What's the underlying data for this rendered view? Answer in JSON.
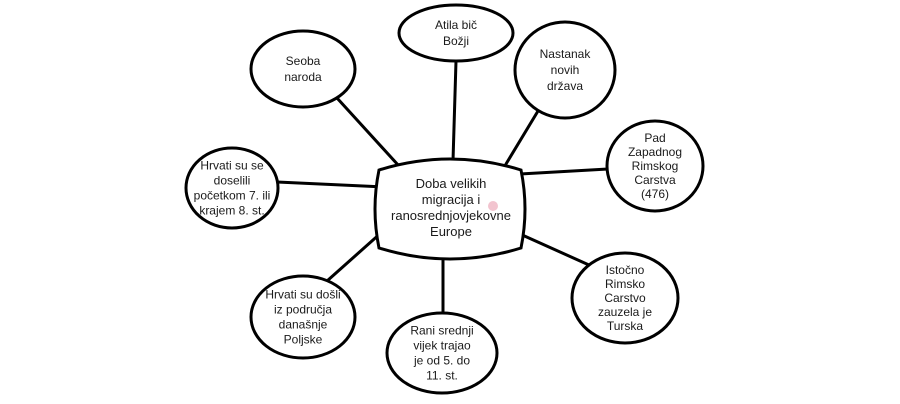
{
  "diagram": {
    "center": {
      "lines": [
        "Doba velikih",
        "migracija i",
        "ranosrednjovjekovne",
        "Europe"
      ]
    },
    "nodes": [
      {
        "id": "seoba",
        "lines": [
          "Seoba",
          "naroda"
        ]
      },
      {
        "id": "atila",
        "lines": [
          "Atila bič",
          "Božji"
        ]
      },
      {
        "id": "nastanak",
        "lines": [
          "Nastanak",
          "novih",
          "država"
        ]
      },
      {
        "id": "pad",
        "lines": [
          "Pad",
          "Zapadnog",
          "Rimskog",
          "Carstva",
          "(476)"
        ]
      },
      {
        "id": "istocno",
        "lines": [
          "Istočno",
          "Rimsko",
          "Carstvo",
          "zauzela je",
          "Turska"
        ]
      },
      {
        "id": "rani",
        "lines": [
          "Rani srednji",
          "vijek trajao",
          "je od 5. do",
          "11. st."
        ]
      },
      {
        "id": "poljska",
        "lines": [
          "Hrvati su došli",
          "iz područja",
          "današnje",
          "Poljske"
        ]
      },
      {
        "id": "doselili",
        "lines": [
          "Hrvati su se",
          "doselili",
          "početkom 7. ili",
          "krajem 8. st."
        ]
      }
    ],
    "colors": {
      "stroke": "#000000",
      "fill": "#ffffff",
      "text": "#1a1a1a",
      "marker": "#f2c4cf"
    }
  }
}
